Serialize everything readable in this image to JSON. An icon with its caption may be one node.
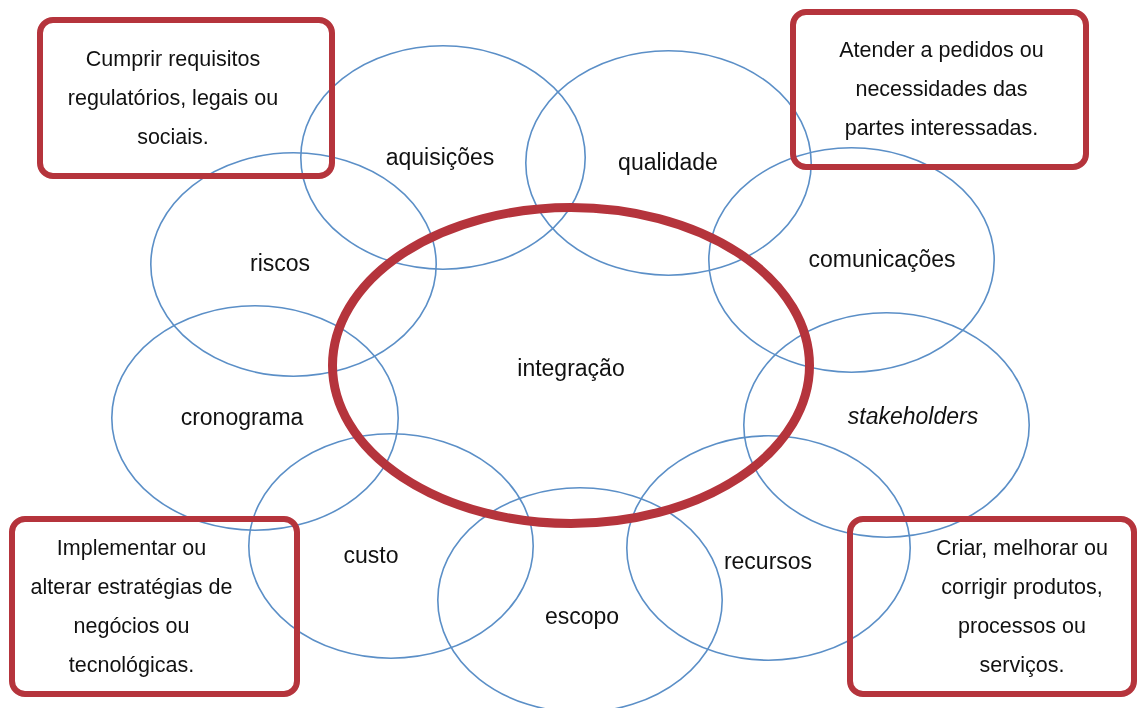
{
  "diagram": {
    "nodes": [
      {
        "text": [
          "Cumprir requisitos regulatórios, legais ou sociais."
        ]
      },
      {
        "text": [
          "aquisições"
        ]
      },
      {
        "text": [
          "qualidade"
        ]
      },
      {
        "text": [
          "Atender a pedidos ou necessidades das partes interessadas."
        ]
      },
      {
        "text": [
          "riscos"
        ]
      },
      {
        "text": [
          "comunicações"
        ]
      },
      {
        "text": [
          "integração"
        ]
      },
      {
        "text": [
          "cronograma"
        ]
      },
      {
        "text": [
          "stakeholders"
        ]
      },
      {
        "text": [
          "custo"
        ]
      },
      {
        "text": [
          "recursos"
        ]
      },
      {
        "text": [
          "Implementar ou alterar estratégias de negócios ou tecnológicas."
        ]
      },
      {
        "text": [
          "escopo"
        ]
      },
      {
        "text": [
          "Criar, melhorar ou corrigir produtos, processos ou serviços."
        ]
      }
    ],
    "edges": []
  }
}
